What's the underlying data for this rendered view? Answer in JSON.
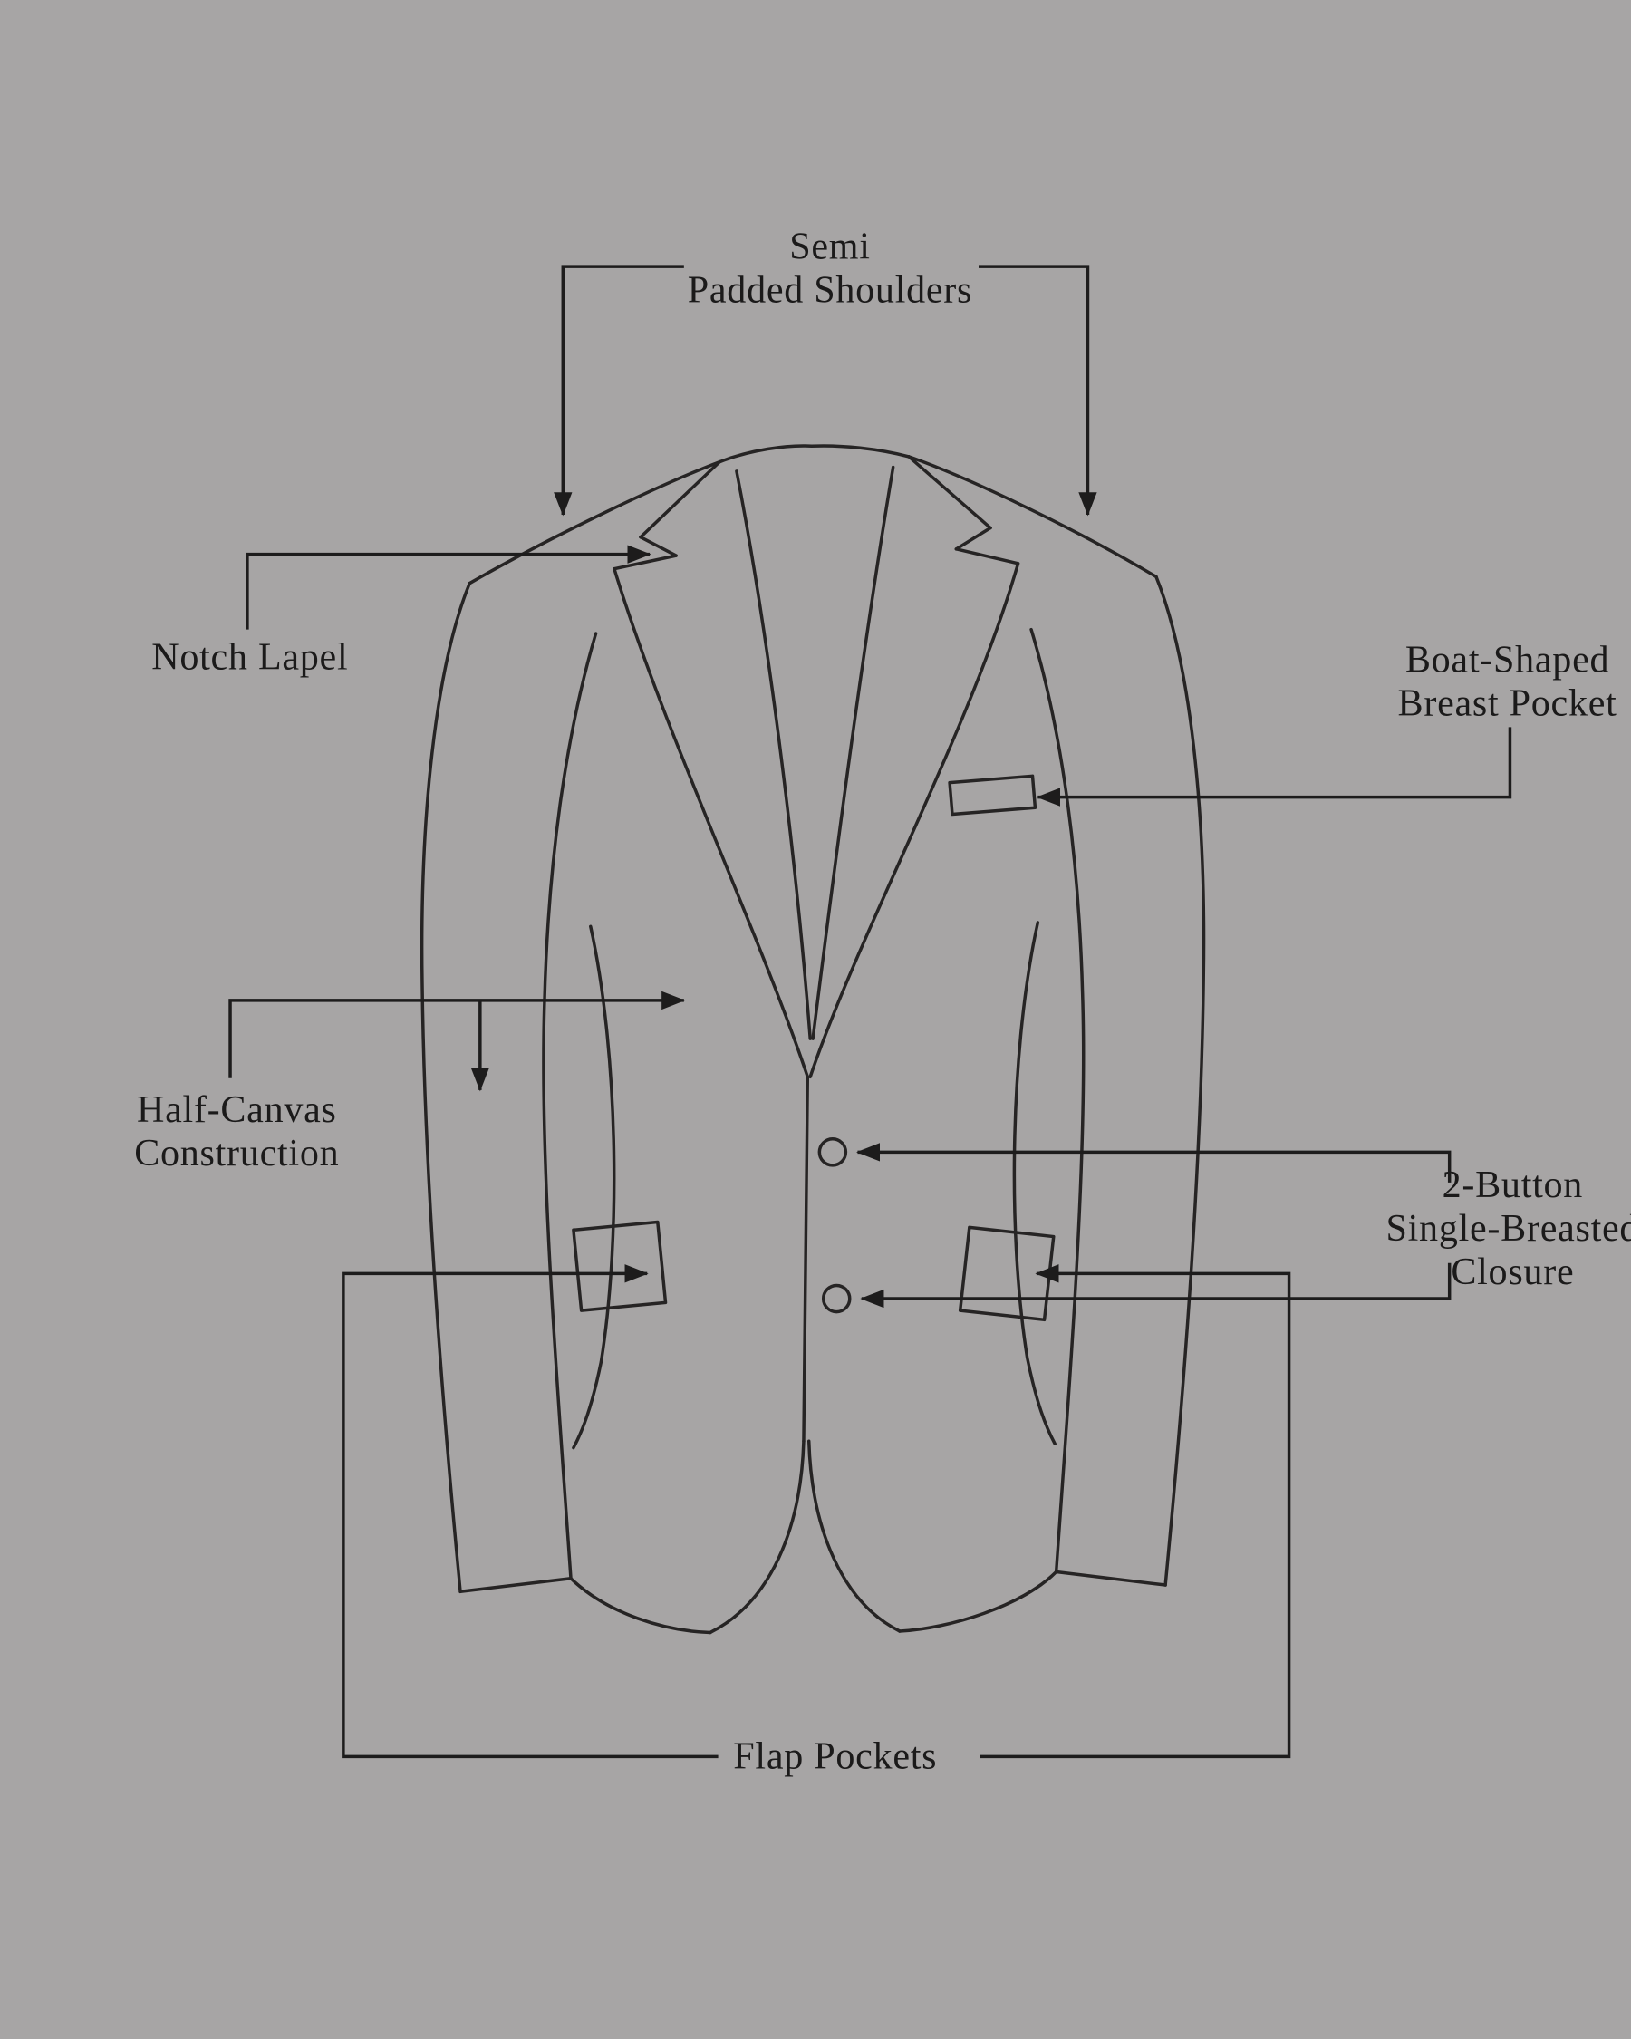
{
  "colors": {
    "background": "#a7a5a5",
    "ink": "#262424",
    "text": "#1b1a1a"
  },
  "diagram": {
    "subject": "single-breasted-suit-jacket-line-drawing",
    "labels": {
      "shoulders": {
        "line1": "Semi",
        "line2": "Padded Shoulders"
      },
      "lapel": {
        "line1": "Notch Lapel"
      },
      "breast_pocket": {
        "line1": "Boat-Shaped",
        "line2": "Breast Pocket"
      },
      "half_canvas": {
        "line1": "Half-Canvas",
        "line2": "Construction"
      },
      "closure": {
        "line1": "2-Button",
        "line2": "Single-Breasted",
        "line3": "Closure"
      },
      "flap_pockets": {
        "line1": "Flap Pockets"
      }
    }
  }
}
